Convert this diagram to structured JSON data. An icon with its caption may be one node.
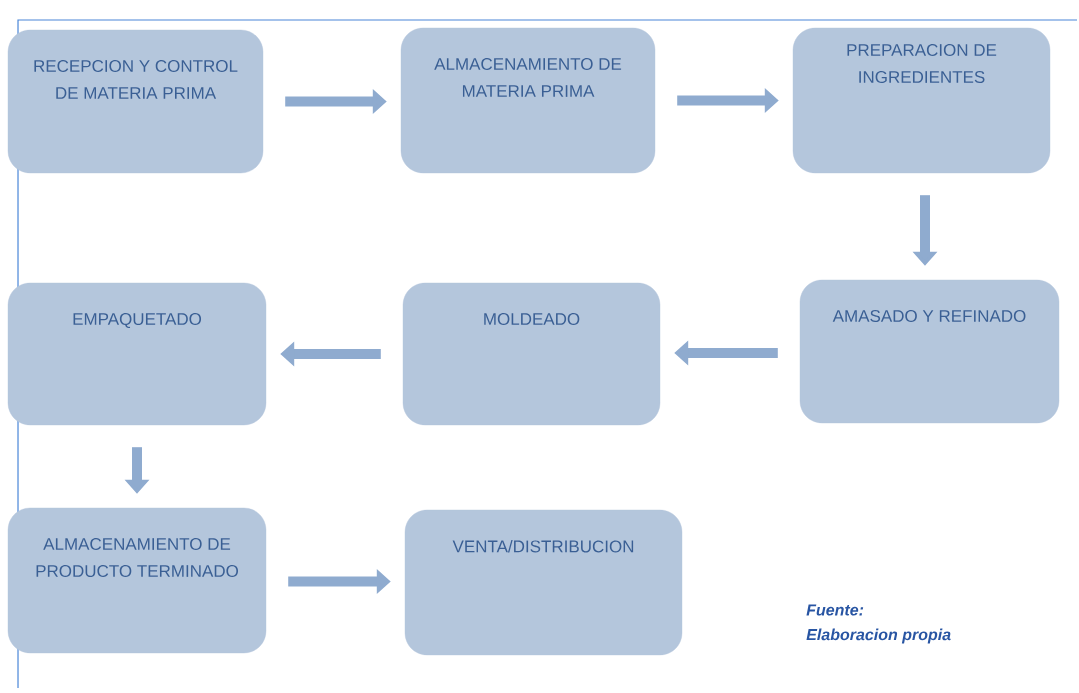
{
  "diagram": {
    "nodes": [
      {
        "text": [
          "RECEPCION Y CONTROL DE MATERIA PRIMA"
        ]
      },
      {
        "text": [
          "ALMACENAMIENTO DE MATERIA PRIMA"
        ]
      },
      {
        "text": [
          "PREPARACION DE INGREDIENTES"
        ]
      },
      {
        "text": [
          "AMASADO Y REFINADO"
        ]
      },
      {
        "text": [
          "MOLDEADO"
        ]
      },
      {
        "text": [
          "EMPAQUETADO"
        ]
      },
      {
        "text": [
          "ALMACENAMIENTO DE PRODUCTO TERMINADO"
        ]
      },
      {
        "text": [
          "VENTA/DISTRIBUCION"
        ]
      }
    ],
    "edges": [
      {
        "from": 0,
        "to": 1,
        "arrow": "to"
      },
      {
        "from": 1,
        "to": 2,
        "arrow": "to"
      },
      {
        "from": 2,
        "to": 3,
        "arrow": "to"
      },
      {
        "from": 3,
        "to": 4,
        "arrow": "to"
      },
      {
        "from": 4,
        "to": 5,
        "arrow": "to"
      },
      {
        "from": 5,
        "to": 6,
        "arrow": "to"
      },
      {
        "from": 6,
        "to": 7,
        "arrow": "to"
      }
    ],
    "labels": [
      "Fuente:",
      "Elaboracion propia"
    ]
  }
}
